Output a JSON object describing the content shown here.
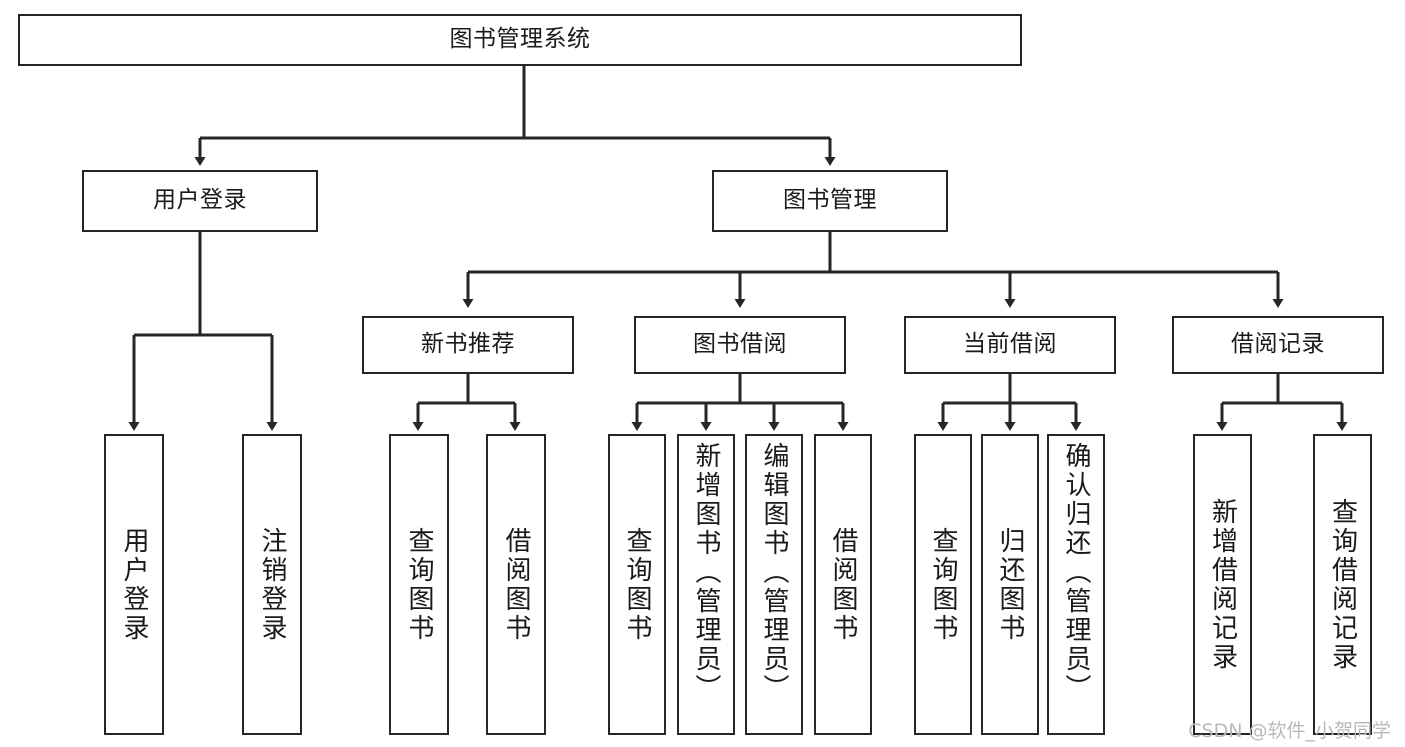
{
  "diagram": {
    "type": "tree",
    "title": "图书管理系统",
    "watermark": "CSDN @软件_小贺同学",
    "colors": {
      "stroke": "#262626",
      "fill": "#ffffff",
      "text": "#1a1a1a",
      "watermark": "#b9b9b9"
    },
    "levels": {
      "root": "图书管理系统",
      "level2": [
        "用户登录",
        "图书管理"
      ],
      "level3": [
        "新书推荐",
        "图书借阅",
        "当前借阅",
        "借阅记录"
      ]
    },
    "nodes": {
      "root": {
        "label": "图书管理系统"
      },
      "user_login": {
        "label": "用户登录"
      },
      "book_manage": {
        "label": "图书管理"
      },
      "new_book_rec": {
        "label": "新书推荐"
      },
      "book_borrow": {
        "label": "图书借阅"
      },
      "current_borrow": {
        "label": "当前借阅"
      },
      "borrow_record": {
        "label": "借阅记录"
      },
      "leaf_user_login": {
        "label": "用户登录"
      },
      "leaf_logout": {
        "label": "注销登录"
      },
      "leaf_query_book_1": {
        "label": "查询图书"
      },
      "leaf_borrow_book_1": {
        "label": "借阅图书"
      },
      "leaf_query_book_2": {
        "label": "查询图书"
      },
      "leaf_add_book": {
        "label": "新增图书（管理员）"
      },
      "leaf_edit_book": {
        "label": "编辑图书（管理员）"
      },
      "leaf_borrow_book_2": {
        "label": "借阅图书"
      },
      "leaf_query_book_3": {
        "label": "查询图书"
      },
      "leaf_return_book": {
        "label": "归还图书"
      },
      "leaf_confirm_return": {
        "label": "确认归还（管理员）"
      },
      "leaf_add_record": {
        "label": "新增借阅记录"
      },
      "leaf_query_record": {
        "label": "查询借阅记录"
      }
    },
    "edges": [
      {
        "from": "root",
        "to": "user_login"
      },
      {
        "from": "root",
        "to": "book_manage"
      },
      {
        "from": "user_login",
        "to": "leaf_user_login"
      },
      {
        "from": "user_login",
        "to": "leaf_logout"
      },
      {
        "from": "book_manage",
        "to": "new_book_rec"
      },
      {
        "from": "book_manage",
        "to": "book_borrow"
      },
      {
        "from": "book_manage",
        "to": "current_borrow"
      },
      {
        "from": "book_manage",
        "to": "borrow_record"
      },
      {
        "from": "new_book_rec",
        "to": "leaf_query_book_1"
      },
      {
        "from": "new_book_rec",
        "to": "leaf_borrow_book_1"
      },
      {
        "from": "book_borrow",
        "to": "leaf_query_book_2"
      },
      {
        "from": "book_borrow",
        "to": "leaf_add_book"
      },
      {
        "from": "book_borrow",
        "to": "leaf_edit_book"
      },
      {
        "from": "book_borrow",
        "to": "leaf_borrow_book_2"
      },
      {
        "from": "current_borrow",
        "to": "leaf_query_book_3"
      },
      {
        "from": "current_borrow",
        "to": "leaf_return_book"
      },
      {
        "from": "current_borrow",
        "to": "leaf_confirm_return"
      },
      {
        "from": "borrow_record",
        "to": "leaf_add_record"
      },
      {
        "from": "borrow_record",
        "to": "leaf_query_record"
      }
    ]
  }
}
